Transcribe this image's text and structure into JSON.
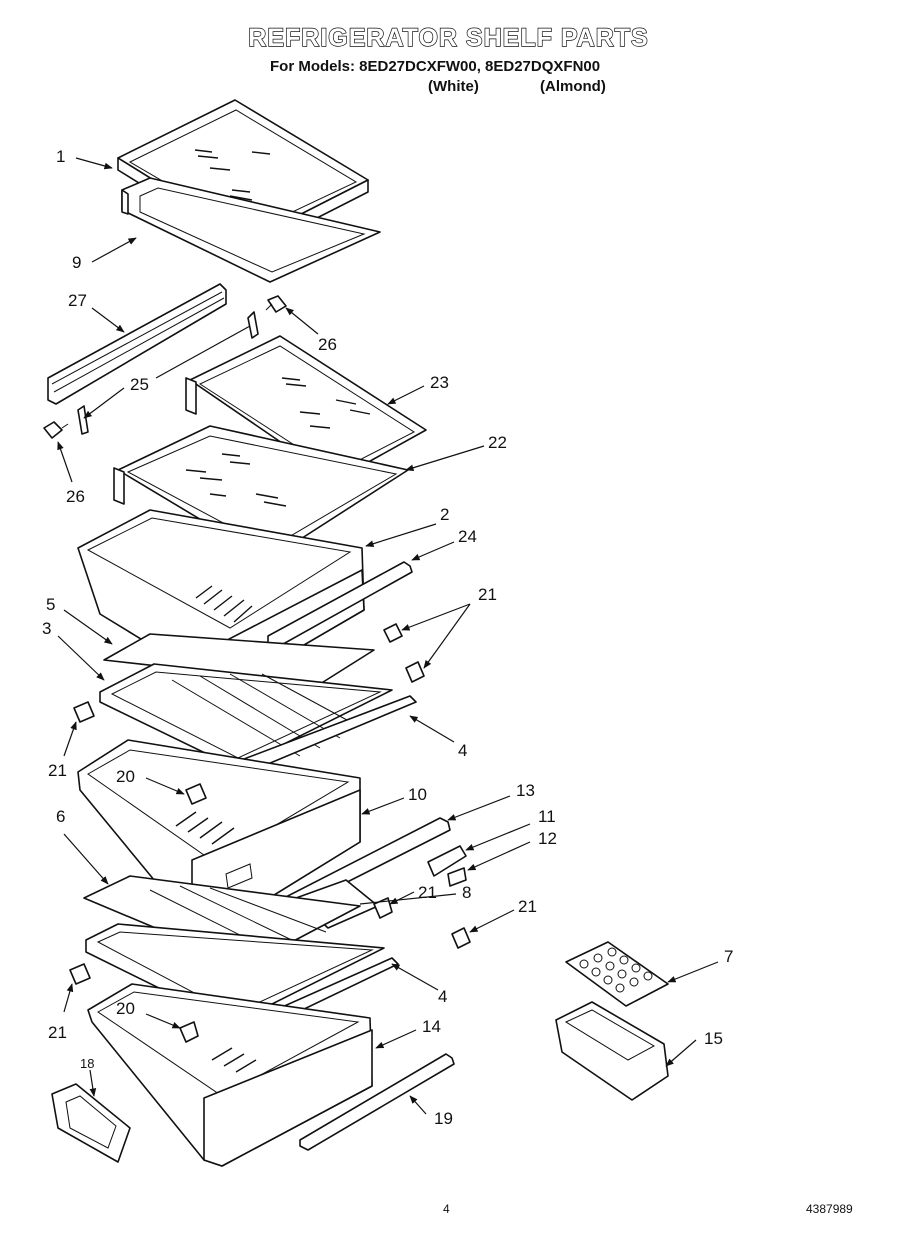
{
  "header": {
    "title": "REFRIGERATOR SHELF PARTS",
    "models_line": "For Models: 8ED27DCXFW00, 8ED27DQXFN00",
    "variant_white": "(White)",
    "variant_almond": "(Almond)"
  },
  "footer": {
    "page_number": "4",
    "document_number": "4387989"
  },
  "callouts": {
    "c1": "1",
    "c9": "9",
    "c27": "27",
    "c26a": "26",
    "c26b": "26",
    "c25": "25",
    "c23": "23",
    "c22": "22",
    "c2": "2",
    "c24": "24",
    "c5": "5",
    "c3": "3",
    "c21a": "21",
    "c21b": "21",
    "c4a": "4",
    "c20a": "20",
    "c10": "10",
    "c13": "13",
    "c11": "11",
    "c12": "12",
    "c6": "6",
    "c21c": "21",
    "c8": "8",
    "c21d": "21",
    "c7": "7",
    "c4b": "4",
    "c21e": "21",
    "c20b": "20",
    "c14": "14",
    "c15": "15",
    "c18": "18",
    "c19": "19"
  }
}
